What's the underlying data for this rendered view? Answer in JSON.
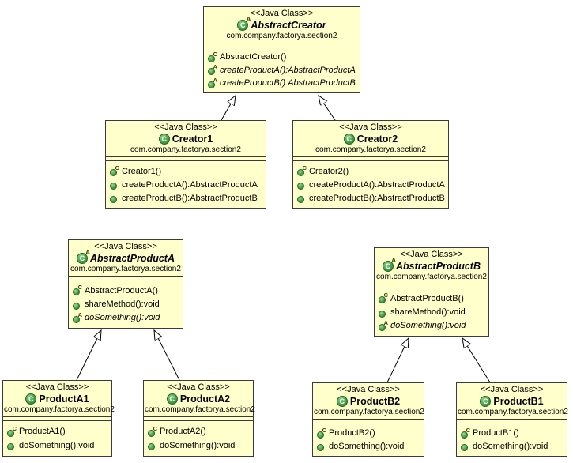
{
  "colors": {
    "box_fill": "#ffffcc",
    "box_border": "#3a3a3a",
    "icon_green": "#4aa14a",
    "icon_green_border": "#1f6b1f",
    "line": "#000000",
    "marker_dark": "#3d3d00"
  },
  "classes": [
    {
      "id": "AbstractCreator",
      "stereotype": "<<Java Class>>",
      "name": "AbstractCreator",
      "kind": "abstract",
      "icon_marker": "A",
      "package": "com.company.factorya.section2",
      "methods": [
        {
          "label": "AbstractCreator()",
          "marker": "C",
          "kind": "constructor"
        },
        {
          "label": "createProductA():AbstractProductA",
          "marker": "A",
          "kind": "abstract"
        },
        {
          "label": "createProductB():AbstractProductB",
          "marker": "A",
          "kind": "abstract"
        }
      ]
    },
    {
      "id": "Creator1",
      "stereotype": "<<Java Class>>",
      "name": "Creator1",
      "kind": "class",
      "icon_marker": "",
      "package": "com.company.factorya.section2",
      "methods": [
        {
          "label": "Creator1()",
          "marker": "C",
          "kind": "constructor"
        },
        {
          "label": "createProductA():AbstractProductA",
          "marker": "",
          "kind": "public"
        },
        {
          "label": "createProductB():AbstractProductB",
          "marker": "",
          "kind": "public"
        }
      ]
    },
    {
      "id": "Creator2",
      "stereotype": "<<Java Class>>",
      "name": "Creator2",
      "kind": "class",
      "icon_marker": "",
      "package": "com.company.factorya.section2",
      "methods": [
        {
          "label": "Creator2()",
          "marker": "C",
          "kind": "constructor"
        },
        {
          "label": "createProductA():AbstractProductA",
          "marker": "",
          "kind": "public"
        },
        {
          "label": "createProductB():AbstractProductB",
          "marker": "",
          "kind": "public"
        }
      ]
    },
    {
      "id": "AbstractProductA",
      "stereotype": "<<Java Class>>",
      "name": "AbstractProductA",
      "kind": "abstract",
      "icon_marker": "A",
      "package": "com.company.factorya.section2",
      "methods": [
        {
          "label": "AbstractProductA()",
          "marker": "C",
          "kind": "constructor"
        },
        {
          "label": "shareMethod():void",
          "marker": "",
          "kind": "public"
        },
        {
          "label": "doSomething():void",
          "marker": "A",
          "kind": "abstract"
        }
      ]
    },
    {
      "id": "AbstractProductB",
      "stereotype": "<<Java Class>>",
      "name": "AbstractProductB",
      "kind": "abstract",
      "icon_marker": "A",
      "package": "com.company.factorya.section2",
      "methods": [
        {
          "label": "AbstractProductB()",
          "marker": "C",
          "kind": "constructor"
        },
        {
          "label": "shareMethod():void",
          "marker": "",
          "kind": "public"
        },
        {
          "label": "doSomething():void",
          "marker": "A",
          "kind": "abstract"
        }
      ]
    },
    {
      "id": "ProductA1",
      "stereotype": "<<Java Class>>",
      "name": "ProductA1",
      "kind": "class",
      "icon_marker": "",
      "package": "com.company.factorya.section2",
      "methods": [
        {
          "label": "ProductA1()",
          "marker": "C",
          "kind": "constructor"
        },
        {
          "label": "doSomething():void",
          "marker": "",
          "kind": "public"
        }
      ]
    },
    {
      "id": "ProductA2",
      "stereotype": "<<Java Class>>",
      "name": "ProductA2",
      "kind": "class",
      "icon_marker": "",
      "package": "com.company.factorya.section2",
      "methods": [
        {
          "label": "ProductA2()",
          "marker": "C",
          "kind": "constructor"
        },
        {
          "label": "doSomething():void",
          "marker": "",
          "kind": "public"
        }
      ]
    },
    {
      "id": "ProductB2",
      "stereotype": "<<Java Class>>",
      "name": "ProductB2",
      "kind": "class",
      "icon_marker": "",
      "package": "com.company.factorya.section2",
      "methods": [
        {
          "label": "ProductB2()",
          "marker": "C",
          "kind": "constructor"
        },
        {
          "label": "doSomething():void",
          "marker": "",
          "kind": "public"
        }
      ]
    },
    {
      "id": "ProductB1",
      "stereotype": "<<Java Class>>",
      "name": "ProductB1",
      "kind": "class",
      "icon_marker": "",
      "package": "com.company.factorya.section2",
      "methods": [
        {
          "label": "ProductB1()",
          "marker": "C",
          "kind": "constructor"
        },
        {
          "label": "doSomething():void",
          "marker": "",
          "kind": "public"
        }
      ]
    }
  ],
  "relations": [
    {
      "from": "Creator1",
      "to": "AbstractCreator",
      "type": "generalization"
    },
    {
      "from": "Creator2",
      "to": "AbstractCreator",
      "type": "generalization"
    },
    {
      "from": "ProductA1",
      "to": "AbstractProductA",
      "type": "generalization"
    },
    {
      "from": "ProductA2",
      "to": "AbstractProductA",
      "type": "generalization"
    },
    {
      "from": "ProductB2",
      "to": "AbstractProductB",
      "type": "generalization"
    },
    {
      "from": "ProductB1",
      "to": "AbstractProductB",
      "type": "generalization"
    }
  ]
}
